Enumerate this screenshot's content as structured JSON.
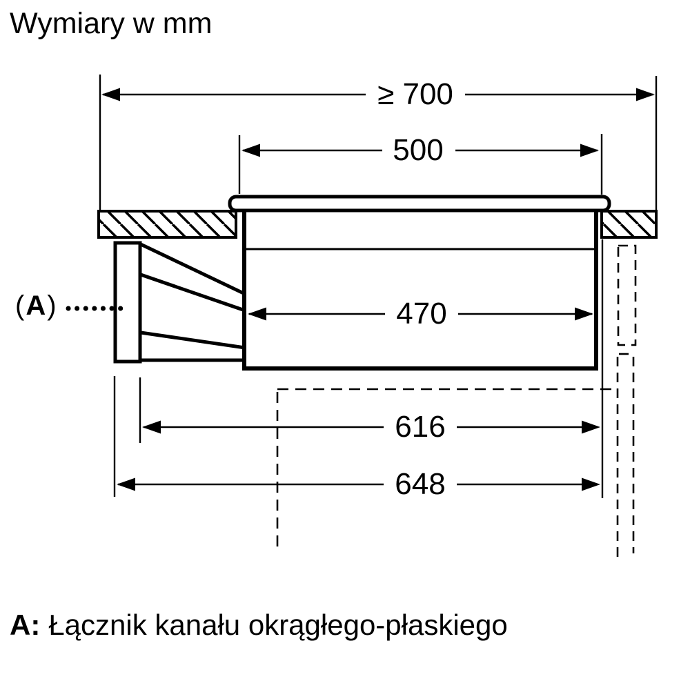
{
  "title": "Wymiary w mm",
  "dimensions": {
    "worktop_min_depth": "≥ 700",
    "glass_top_width": "500",
    "housing_width": "470",
    "cutout_to_duct": "616",
    "overall_duct_depth": "648"
  },
  "marker": {
    "open": "(",
    "letter": "A",
    "close": ")"
  },
  "legend": {
    "key": "A:",
    "text": "Łącznik kanału okrągłego-płaskiego"
  },
  "colors": {
    "line": "#000000",
    "background": "#ffffff"
  }
}
